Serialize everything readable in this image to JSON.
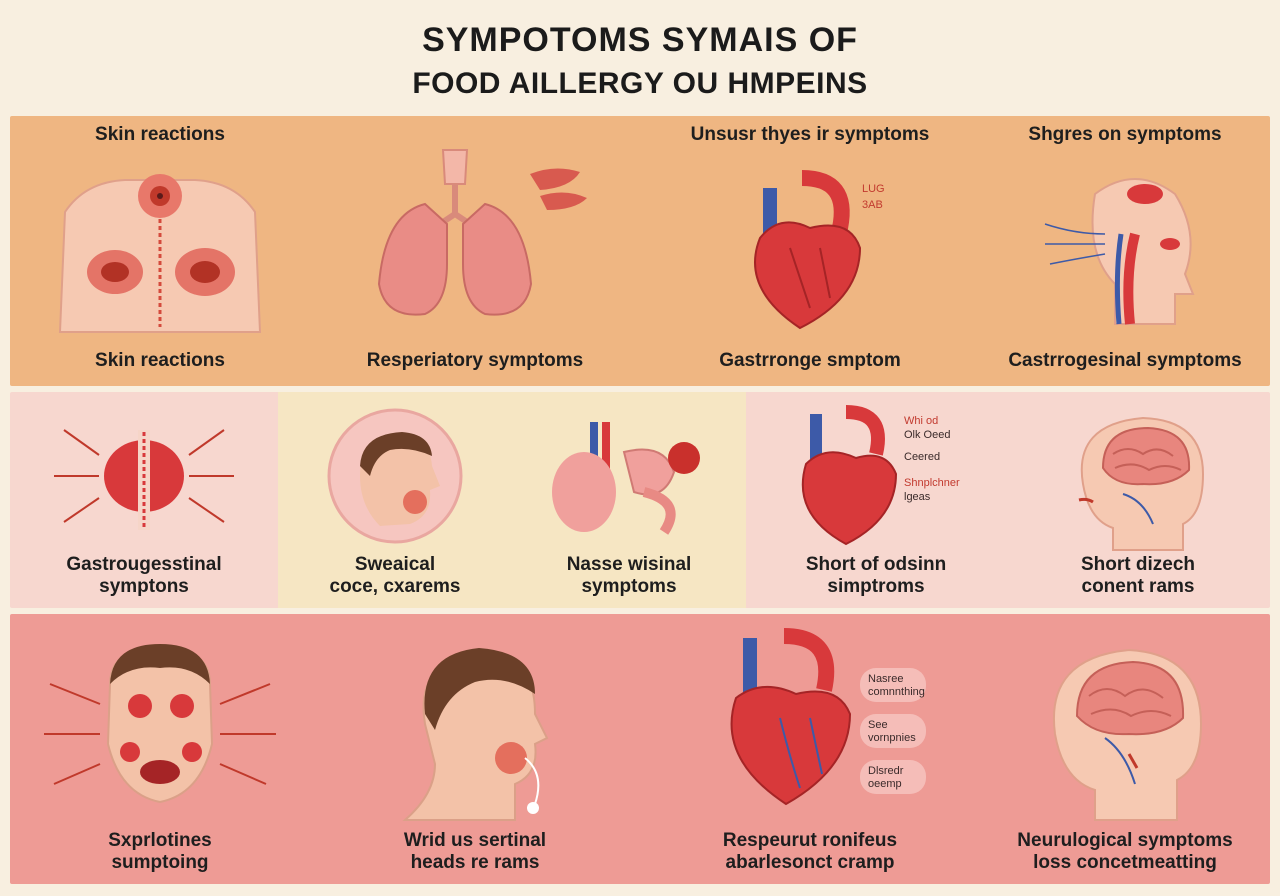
{
  "title": {
    "line1": "SYMPOTOMS SYMAIS OF",
    "line2": "FOOD AILLERGY OU HMPEINS"
  },
  "rows": [
    {
      "band_color": "#efb682",
      "cells": [
        {
          "top_label": "Skin reactions",
          "bottom_label": [
            "Skin reactions"
          ],
          "icon": "torso-rash-icon"
        },
        {
          "top_label": "",
          "bottom_label": [
            "Resperiatory symptoms"
          ],
          "icon": "lungs-icon"
        },
        {
          "top_label": "Unsusr thyes ir symptoms",
          "bottom_label": [
            "Gastrronge smptom"
          ],
          "icon": "heart-icon",
          "notes": [
            "LUG",
            "3AB"
          ]
        },
        {
          "top_label": "Shgres on symptoms",
          "bottom_label": [
            "Castrrogesinal symptoms"
          ],
          "icon": "head-throat-icon"
        }
      ]
    },
    {
      "band_color": "#f7d7cf",
      "cells": [
        {
          "top_label": "",
          "bottom_label": [
            "Gastrougesstinal",
            "symptons"
          ],
          "icon": "stomach-pain-icon"
        },
        {
          "top_label": "",
          "bottom_label": [
            "Sweaical",
            "coce, cxarems"
          ],
          "icon": "face-swelling-icon"
        },
        {
          "top_label": "",
          "bottom_label": [
            "Nasse wisinal",
            "symptoms"
          ],
          "icon": "digestive-organs-icon"
        },
        {
          "top_label": "",
          "bottom_label": [
            "Short of odsinn",
            "simptroms"
          ],
          "icon": "heart-icon",
          "notes": [
            "Whi od",
            "Olk Oeed",
            "Ceered",
            "Shnplchner",
            "lgeas"
          ]
        },
        {
          "top_label": "",
          "bottom_label": [
            "Short dizech",
            "conent rams"
          ],
          "icon": "brain-head-icon"
        }
      ]
    },
    {
      "band_color": "#ee9b95",
      "cells": [
        {
          "top_label": "",
          "bottom_label": [
            "Sxprlotines",
            "sumptoing"
          ],
          "icon": "face-hives-icon"
        },
        {
          "top_label": "",
          "bottom_label": [
            "Wrid us sertinal",
            "heads re rams"
          ],
          "icon": "head-profile-icon"
        },
        {
          "top_label": "",
          "bottom_label": [
            "Respeurut ronifeus",
            "abarlesonct cramp"
          ],
          "icon": "heart-icon",
          "notes": [
            "Nasree",
            "comnnthing",
            "See",
            "vornpnies",
            "Dlsredr",
            "oeemp"
          ]
        },
        {
          "top_label": "",
          "bottom_label": [
            "Neurulogical symptoms",
            "loss concetmeatting"
          ],
          "icon": "brain-head-icon"
        }
      ]
    }
  ],
  "colors": {
    "background": "#f8efe0",
    "skin": "#f6c9b2",
    "rash": "#d44a3c",
    "vessel_blue": "#3d5aa8",
    "heart_red": "#d8393b"
  }
}
